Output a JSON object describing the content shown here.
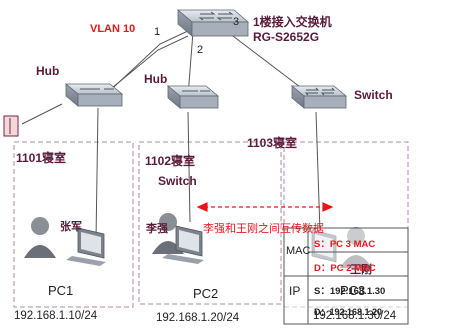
{
  "vlan_label": "VLAN 10",
  "core_switch": {
    "line1": "1楼接入交换机",
    "line2": "RG-S2652G",
    "ports": [
      "1",
      "2",
      "3"
    ]
  },
  "devices": {
    "hub_left": "Hub",
    "hub_mid": "Hub",
    "switch_right": "Switch",
    "switch_mid_label": "Switch"
  },
  "rooms": [
    "1101寝室",
    "1102寝室",
    "1103寝室"
  ],
  "users": [
    "张军",
    "李强",
    "王刚"
  ],
  "pcs": [
    {
      "name": "PC1",
      "ip": "192.168.1.10/24"
    },
    {
      "name": "PC2",
      "ip": "192.168.1.20/24"
    },
    {
      "name": "PC3",
      "ip": "192.168.1.30/24"
    }
  ],
  "exchange_note": "李强和王刚之间互传数据",
  "table": {
    "mac_header": "MAC",
    "ip_header": "IP",
    "mac_src": "S：PC 3 MAC",
    "mac_dst": "D：PC 2 MAC",
    "ip_src": "S：192.168.1.30",
    "ip_dst": "D：192.168.1.20"
  },
  "colors": {
    "room_border": "#b08aa8",
    "label_dark": "#5a1a3a",
    "accent_red": "#e8161b",
    "device_gray": "#b8bfc9"
  }
}
